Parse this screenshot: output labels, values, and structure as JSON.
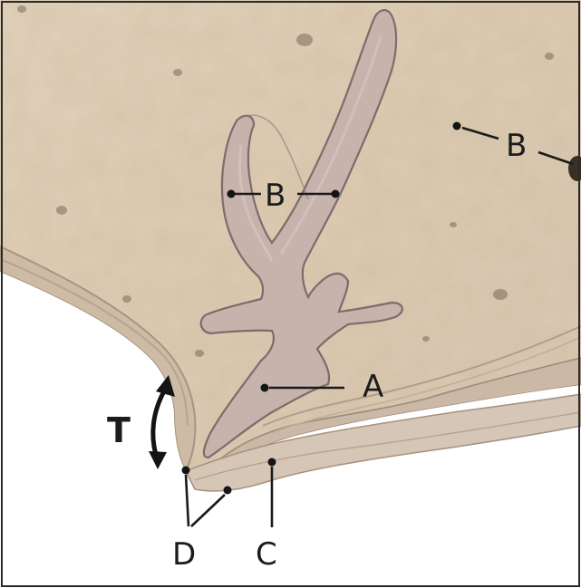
{
  "figure": {
    "labels": {
      "b_top": "B",
      "b_center": "B",
      "a": "A",
      "t": "T",
      "d": "D",
      "c": "C"
    },
    "colors": {
      "tissue": "#dccbb4",
      "tissue_light": "#e6d6c0",
      "gland": "#c7b5ae",
      "gland_edge": "#8f7f7c",
      "surface_band": "#d3c3b4",
      "ink": "#1a1a1a",
      "background": "#ffffff"
    }
  }
}
